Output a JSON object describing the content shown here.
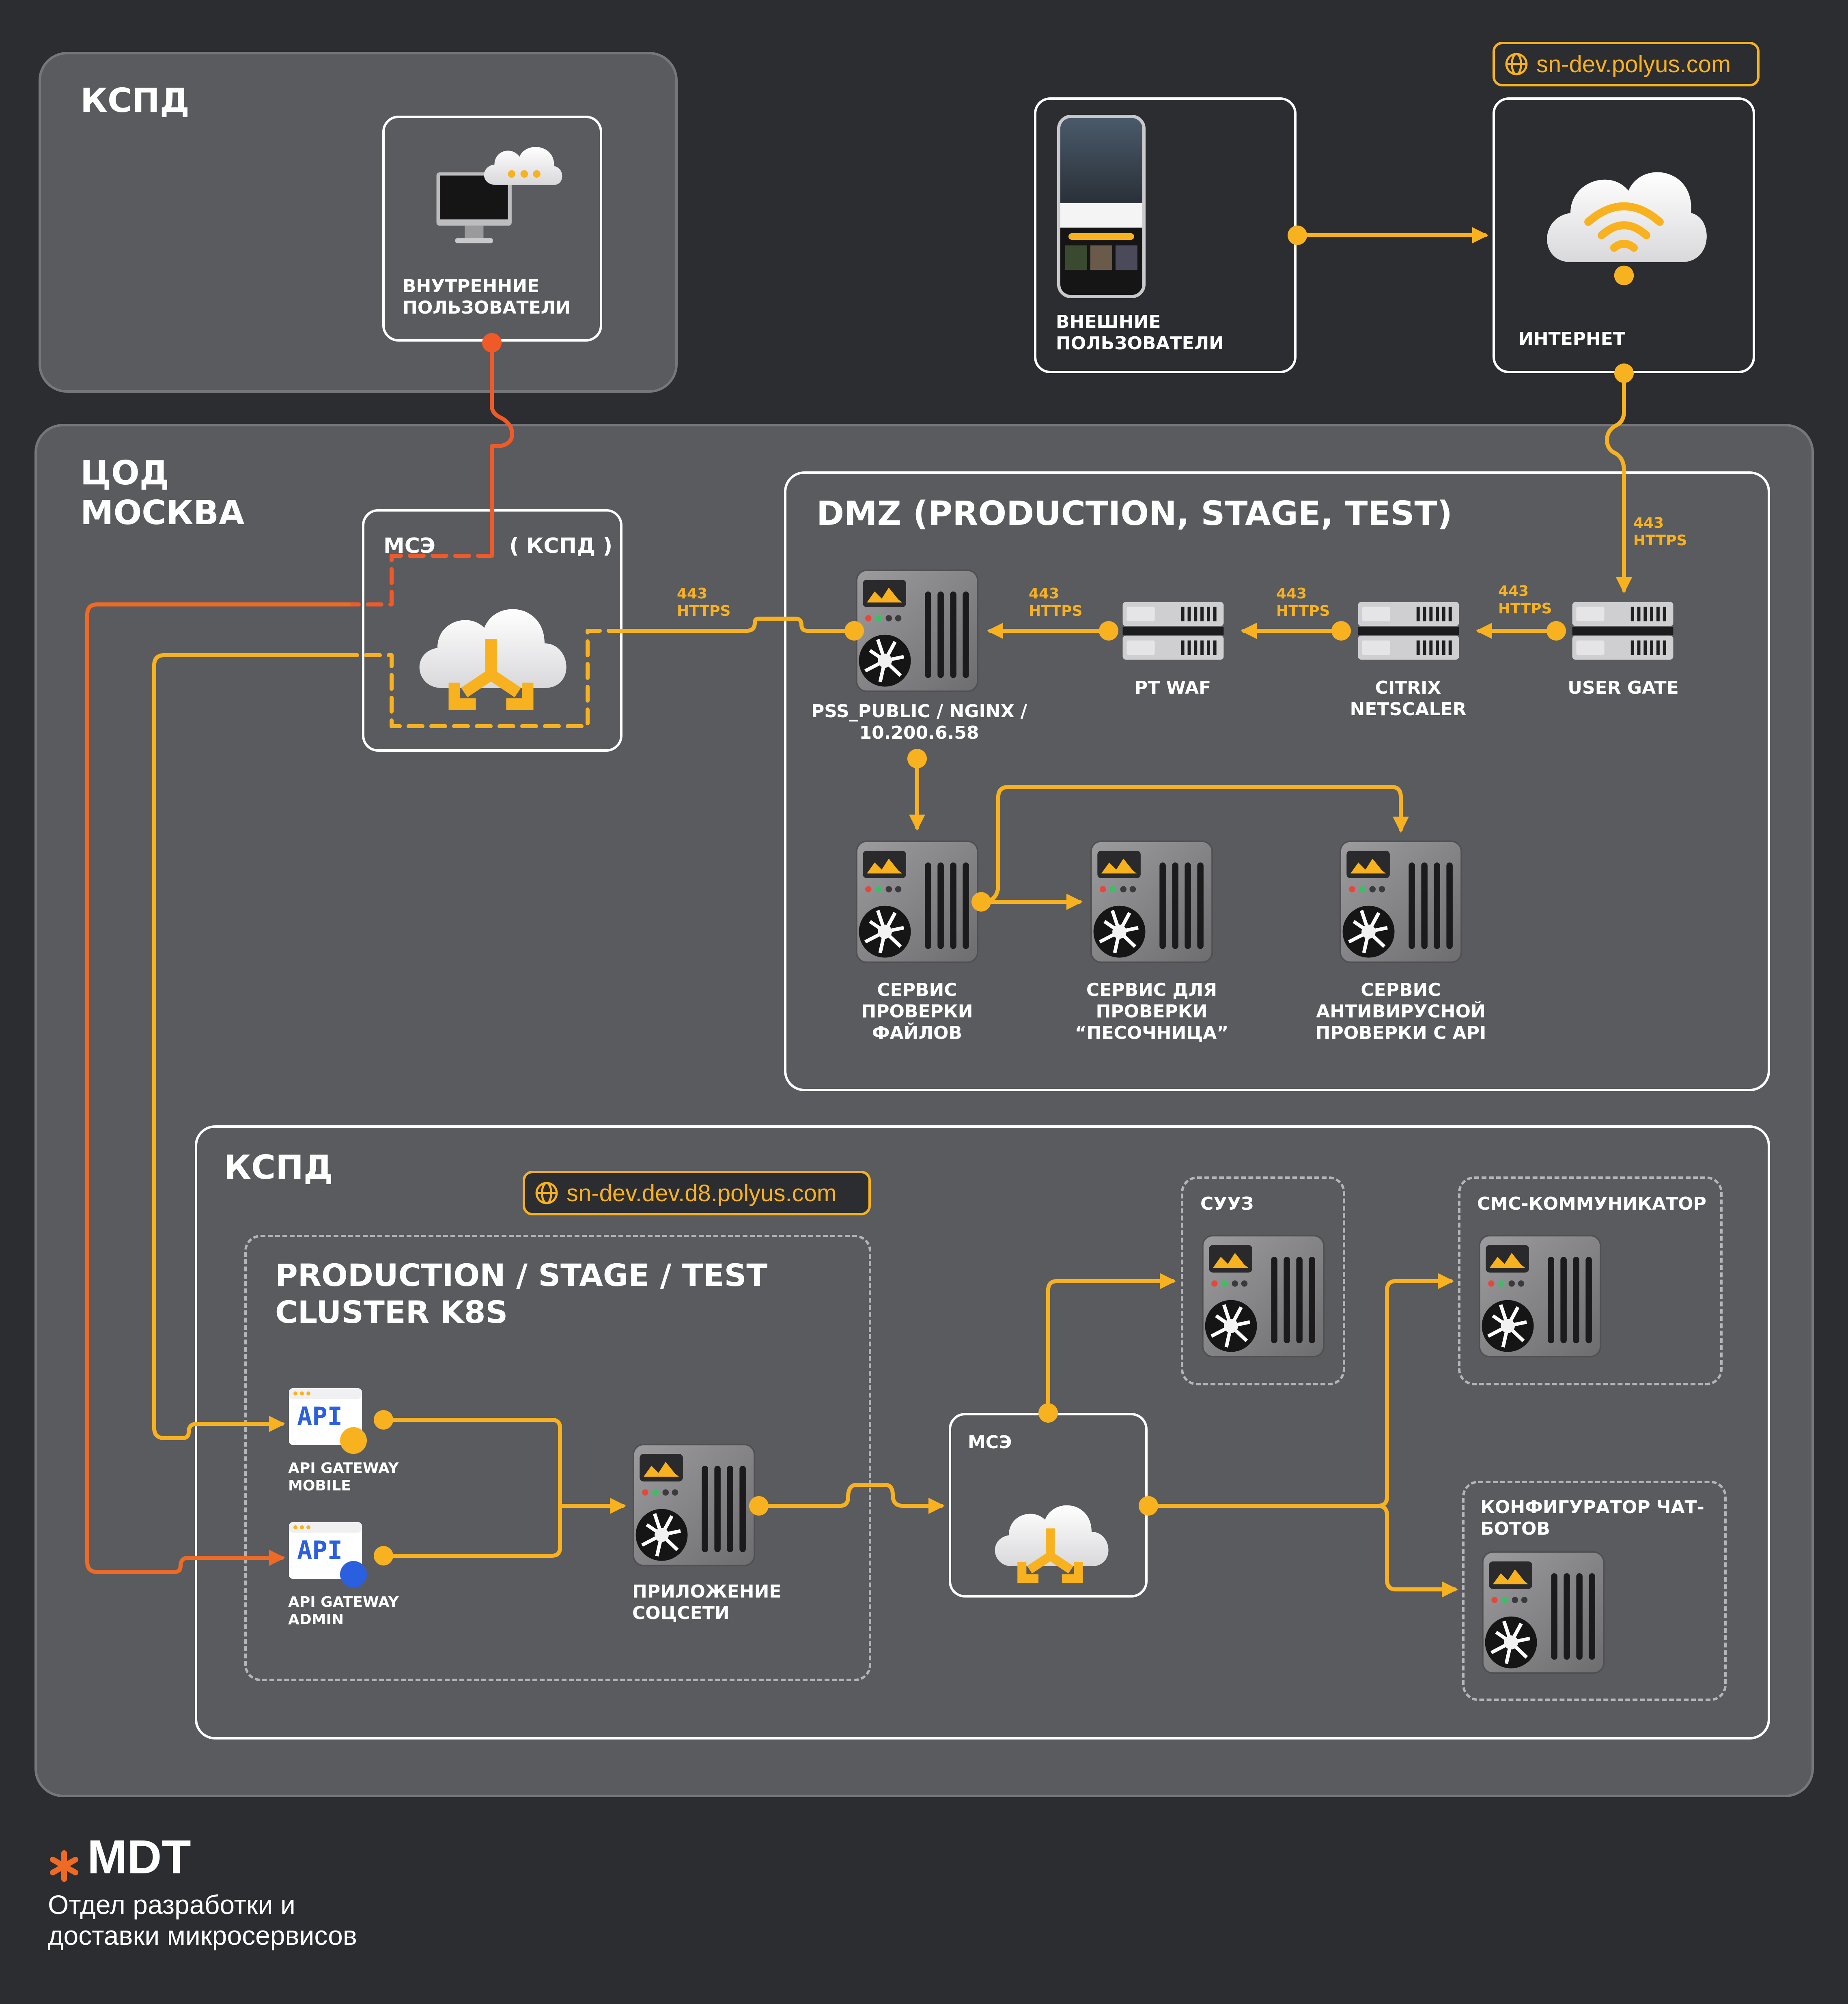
{
  "top": {
    "kspd_zone_title": "КСПД",
    "internal_users": "ВНУТРЕННИЕ\nПОЛЬЗОВАТЕЛИ",
    "external_users": "ВНЕШНИЕ\nПОЛЬЗОВАТЕЛИ",
    "internet": "ИНТЕРНЕТ",
    "internet_url": "sn-dev.polyus.com"
  },
  "dc": {
    "title": "ЦОД\nМОСКВА",
    "mse_left": "МСЭ",
    "mse_right": "( КСПД )",
    "dmz": {
      "title": "DMZ (PRODUCTION, STAGE, TEST)",
      "pss_label": "PSS_PUBLIC / NGINX /\n10.200.6.58",
      "ptwaf_label": "PT WAF",
      "citrix_label": "CITRIX\nNETSCALER",
      "usergate_label": "USER GATE",
      "file_check_label": "СЕРВИС\nПРОВЕРКИ\nФАЙЛОВ",
      "sandbox_label": "СЕРВИС ДЛЯ\nПРОВЕРКИ\n“ПЕСОЧНИЦА”",
      "antivirus_label": "СЕРВИС\nАНТИВИРУСНОЙ\nПРОВЕРКИ С API"
    },
    "ports": {
      "mse_pss": "443\nHTTPS",
      "pss_ptwaf": "443\nHTTPS",
      "ptwaf_citrix": "443\nHTTPS",
      "citrix_usergate": "443\nHTTPS",
      "internet_usergate": "443\nHTTPS"
    },
    "kspd": {
      "title": "КСПД",
      "url": "sn-dev.dev.d8.polyus.com",
      "cluster_title": "PRODUCTION / STAGE / TEST\nCLUSTER K8S",
      "api_mobile": "API GATEWAY\nMOBILE",
      "api_admin": "API GATEWAY\nADMIN",
      "api_badge": "API",
      "app_label": "ПРИЛОЖЕНИЕ\nСОЦСЕТИ",
      "mse_label": "МСЭ",
      "suuz": "СУУЗ",
      "sms": "СМС-КОММУНИКАТОР",
      "chatbot": "КОНФИГУРАТОР ЧАТ-\nБОТОВ"
    }
  },
  "footer": {
    "brand": "MDT",
    "subtitle": "Отдел разработки и\nдоставки микросервисов"
  },
  "colors": {
    "background": "#2c2d31",
    "panel": "#5a5b5e",
    "accent_yellow": "#f9b21f",
    "accent_orange": "#ee6a25",
    "accent_red": "#f05a28",
    "white": "#ffffff"
  },
  "icons": {
    "server": "server-icon",
    "cloud": "cloud-icon",
    "firewall_cloud": "cloud-merge-icon",
    "wifi_cloud": "wifi-cloud-icon",
    "monitor": "monitor-icon",
    "phone": "smartphone-icon",
    "globe": "globe-icon",
    "api": "api-window-icon",
    "rack": "rack-server-icon"
  }
}
